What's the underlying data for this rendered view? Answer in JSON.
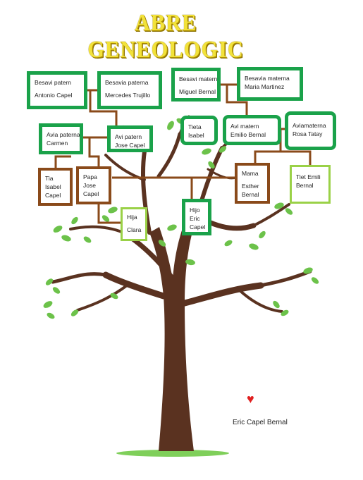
{
  "title": "ABRE GENEOLOGIC",
  "signature": "Eric Capel Bernal",
  "colors": {
    "green": "#1aa24a",
    "brown": "#8a4a1a",
    "lime": "#9ad147",
    "trunk": "#5a3220",
    "leaf": "#6cc24a"
  },
  "nodes": {
    "besavi_patern": [
      "Besavi patern",
      "Antonio Capel"
    ],
    "besavia_paterna": [
      "Besavia paterna",
      "Mercedes Trujillo"
    ],
    "besavi_matern": [
      "Besavi matern",
      "Miguel Bernal"
    ],
    "besavia_materna": [
      "Besavia materna",
      "Maria Martinez"
    ],
    "avia_paterna": [
      "Avia paterna",
      "Carmen"
    ],
    "avi_patern": [
      "Avi patern",
      "Jose Capel"
    ],
    "tieta": [
      "Tieta",
      "Isabel"
    ],
    "avi_matern": [
      "Avi matern",
      "Emilio Bernal"
    ],
    "aviamaterna": [
      "Aviamaterna",
      "Rosa Tatay"
    ],
    "tia": [
      "Tia",
      "Isabel",
      "Capel"
    ],
    "papa": [
      "Papa",
      "Jose",
      "Capel"
    ],
    "mama": [
      "Mama",
      "Esther",
      "Bernal"
    ],
    "tiet": [
      "Tiet Emili",
      "Bernal"
    ],
    "hija": [
      "Hija",
      "Clara"
    ],
    "hijo": [
      "Hijo",
      "Eric",
      "Capel"
    ]
  }
}
